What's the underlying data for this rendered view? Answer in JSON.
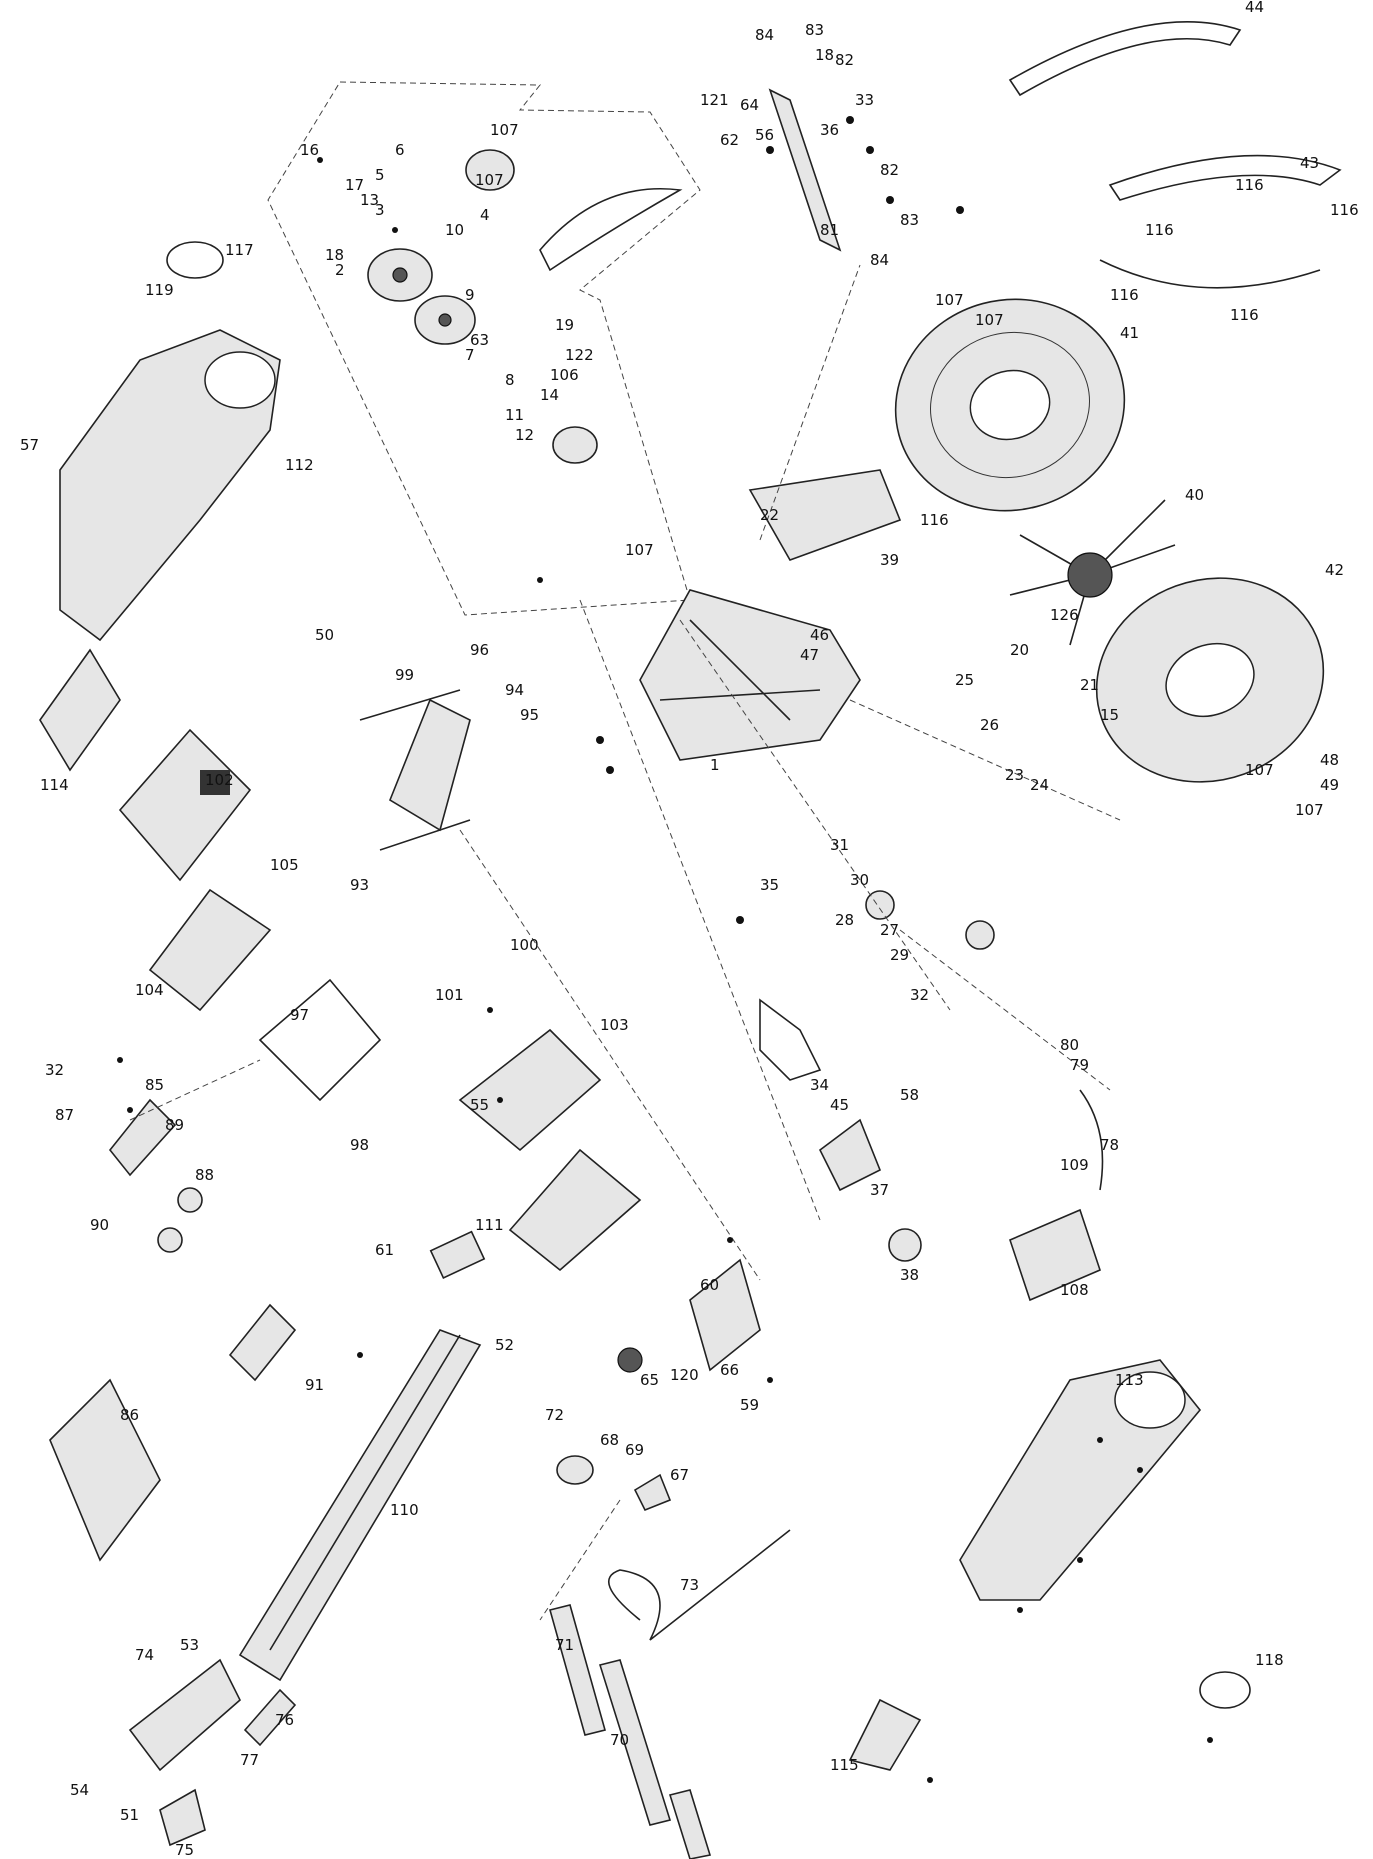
{
  "diagram": {
    "callouts": [
      {
        "id": "c1",
        "text": "44"
      },
      {
        "id": "c2",
        "text": "43"
      },
      {
        "id": "c3",
        "text": "116"
      },
      {
        "id": "c4",
        "text": "116"
      },
      {
        "id": "c5",
        "text": "116"
      },
      {
        "id": "c6",
        "text": "116"
      },
      {
        "id": "c7",
        "text": "116"
      },
      {
        "id": "c8",
        "text": "41"
      },
      {
        "id": "c9",
        "text": "107"
      },
      {
        "id": "c10",
        "text": "107"
      },
      {
        "id": "c11",
        "text": "116"
      },
      {
        "id": "c12",
        "text": "40"
      },
      {
        "id": "c13",
        "text": "42"
      },
      {
        "id": "c14",
        "text": "107"
      },
      {
        "id": "c15",
        "text": "107"
      },
      {
        "id": "c16",
        "text": "48"
      },
      {
        "id": "c17",
        "text": "49"
      },
      {
        "id": "c18",
        "text": "83"
      },
      {
        "id": "c19",
        "text": "84"
      },
      {
        "id": "c20",
        "text": "82"
      },
      {
        "id": "c21",
        "text": "18"
      },
      {
        "id": "c22",
        "text": "121"
      },
      {
        "id": "c23",
        "text": "64"
      },
      {
        "id": "c24",
        "text": "56"
      },
      {
        "id": "c25",
        "text": "62"
      },
      {
        "id": "c26",
        "text": "36"
      },
      {
        "id": "c27",
        "text": "33"
      },
      {
        "id": "c28",
        "text": "82"
      },
      {
        "id": "c29",
        "text": "83"
      },
      {
        "id": "c30",
        "text": "84"
      },
      {
        "id": "c31",
        "text": "81"
      },
      {
        "id": "c32",
        "text": "107"
      },
      {
        "id": "c33",
        "text": "107"
      },
      {
        "id": "c34",
        "text": "16"
      },
      {
        "id": "c35",
        "text": "17"
      },
      {
        "id": "c36",
        "text": "13"
      },
      {
        "id": "c37",
        "text": "18"
      },
      {
        "id": "c38",
        "text": "2"
      },
      {
        "id": "c39",
        "text": "10"
      },
      {
        "id": "c40",
        "text": "9"
      },
      {
        "id": "c41",
        "text": "63"
      },
      {
        "id": "c42",
        "text": "8"
      },
      {
        "id": "c43",
        "text": "19"
      },
      {
        "id": "c44",
        "text": "122"
      },
      {
        "id": "c45",
        "text": "106"
      },
      {
        "id": "c46",
        "text": "14"
      },
      {
        "id": "c47",
        "text": "11"
      },
      {
        "id": "c48",
        "text": "12"
      },
      {
        "id": "c49",
        "text": "107"
      },
      {
        "id": "c50",
        "text": "117"
      },
      {
        "id": "c51",
        "text": "119"
      },
      {
        "id": "c52",
        "text": "112"
      },
      {
        "id": "c53",
        "text": "57"
      },
      {
        "id": "c54",
        "text": "114"
      },
      {
        "id": "c55",
        "text": "96"
      },
      {
        "id": "c56",
        "text": "99"
      },
      {
        "id": "c57",
        "text": "94"
      },
      {
        "id": "c58",
        "text": "95"
      },
      {
        "id": "c59",
        "text": "93"
      },
      {
        "id": "c60",
        "text": "100"
      },
      {
        "id": "c61",
        "text": "101"
      },
      {
        "id": "c62",
        "text": "97"
      },
      {
        "id": "c63",
        "text": "98"
      },
      {
        "id": "c64",
        "text": "102"
      },
      {
        "id": "c65",
        "text": "104"
      },
      {
        "id": "c66",
        "text": "105"
      },
      {
        "id": "c67",
        "text": "103"
      },
      {
        "id": "c68",
        "text": "22"
      },
      {
        "id": "c69",
        "text": "39"
      },
      {
        "id": "c70",
        "text": "46"
      },
      {
        "id": "c71",
        "text": "47"
      },
      {
        "id": "c72",
        "text": "1"
      },
      {
        "id": "c73",
        "text": "126"
      },
      {
        "id": "c74",
        "text": "20"
      },
      {
        "id": "c75",
        "text": "21"
      },
      {
        "id": "c76",
        "text": "25"
      },
      {
        "id": "c77",
        "text": "26"
      },
      {
        "id": "c78",
        "text": "23"
      },
      {
        "id": "c79",
        "text": "24"
      },
      {
        "id": "c80",
        "text": "15"
      },
      {
        "id": "c81",
        "text": "31"
      },
      {
        "id": "c82",
        "text": "30"
      },
      {
        "id": "c83",
        "text": "28"
      },
      {
        "id": "c84",
        "text": "27"
      },
      {
        "id": "c85",
        "text": "29"
      },
      {
        "id": "c86",
        "text": "32"
      },
      {
        "id": "c87",
        "text": "35"
      },
      {
        "id": "c88",
        "text": "34"
      },
      {
        "id": "c89",
        "text": "80"
      },
      {
        "id": "c90",
        "text": "79"
      },
      {
        "id": "c91",
        "text": "78"
      },
      {
        "id": "c92",
        "text": "109"
      },
      {
        "id": "c93",
        "text": "108"
      },
      {
        "id": "c94",
        "text": "45"
      },
      {
        "id": "c95",
        "text": "37"
      },
      {
        "id": "c96",
        "text": "58"
      },
      {
        "id": "c97",
        "text": "38"
      },
      {
        "id": "c98",
        "text": "85"
      },
      {
        "id": "c99",
        "text": "87"
      },
      {
        "id": "c100",
        "text": "88"
      },
      {
        "id": "c101",
        "text": "89"
      },
      {
        "id": "c102",
        "text": "90"
      },
      {
        "id": "c103",
        "text": "91"
      },
      {
        "id": "c104",
        "text": "86"
      },
      {
        "id": "c105",
        "text": "111"
      },
      {
        "id": "c106",
        "text": "61"
      },
      {
        "id": "c107",
        "text": "110"
      },
      {
        "id": "c108",
        "text": "52"
      },
      {
        "id": "c109",
        "text": "59"
      },
      {
        "id": "c110",
        "text": "60"
      },
      {
        "id": "c111",
        "text": "65"
      },
      {
        "id": "c112",
        "text": "66"
      },
      {
        "id": "c113",
        "text": "120"
      },
      {
        "id": "c114",
        "text": "72"
      },
      {
        "id": "c115",
        "text": "68"
      },
      {
        "id": "c116",
        "text": "69"
      },
      {
        "id": "c117",
        "text": "67"
      },
      {
        "id": "c118",
        "text": "73"
      },
      {
        "id": "c119",
        "text": "71"
      },
      {
        "id": "c120",
        "text": "70"
      },
      {
        "id": "c121",
        "text": "113"
      },
      {
        "id": "c122",
        "text": "118"
      },
      {
        "id": "c123",
        "text": "115"
      },
      {
        "id": "c124",
        "text": "74"
      },
      {
        "id": "c125",
        "text": "53"
      },
      {
        "id": "c126",
        "text": "54"
      },
      {
        "id": "c127",
        "text": "51"
      },
      {
        "id": "c128",
        "text": "75"
      },
      {
        "id": "c129",
        "text": "76"
      },
      {
        "id": "c130",
        "text": "77"
      },
      {
        "id": "c131",
        "text": "55"
      },
      {
        "id": "c132",
        "text": "50"
      },
      {
        "id": "c133",
        "text": "32"
      },
      {
        "id": "c134",
        "text": "3"
      },
      {
        "id": "c135",
        "text": "4"
      },
      {
        "id": "c136",
        "text": "5"
      },
      {
        "id": "c137",
        "text": "6"
      },
      {
        "id": "c138",
        "text": "7"
      }
    ]
  }
}
